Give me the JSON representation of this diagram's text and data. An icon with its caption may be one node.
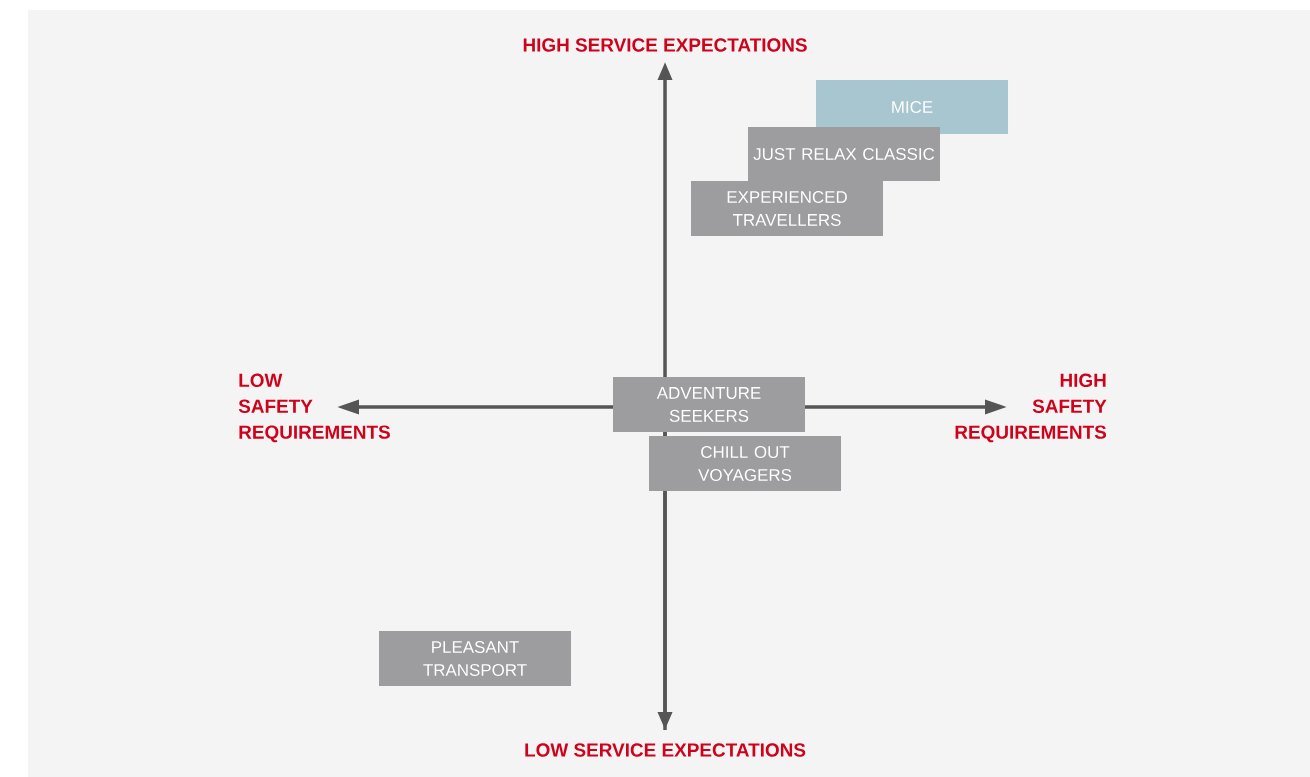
{
  "diagram": {
    "nodes": [
      {
        "text": [
          "MICE"
        ]
      },
      {
        "text": [
          "JUST RELAX CLASSIC"
        ]
      },
      {
        "text": [
          "EXPERIENCED TRAVELLERS"
        ]
      },
      {
        "text": [
          "ADVENTURE SEEKERS"
        ]
      },
      {
        "text": [
          "CHILL OUT VOYAGERS"
        ]
      },
      {
        "text": [
          "PLEASANT TRANSPORT"
        ]
      }
    ],
    "edges": [],
    "labels": [
      "HIGH SERVICE EXPECTATIONS",
      "LOW SAFETY REQUIREMENTS",
      "HIGH SAFETY REQUIREMENTS",
      "LOW SERVICE EXPECTATIONS"
    ]
  }
}
